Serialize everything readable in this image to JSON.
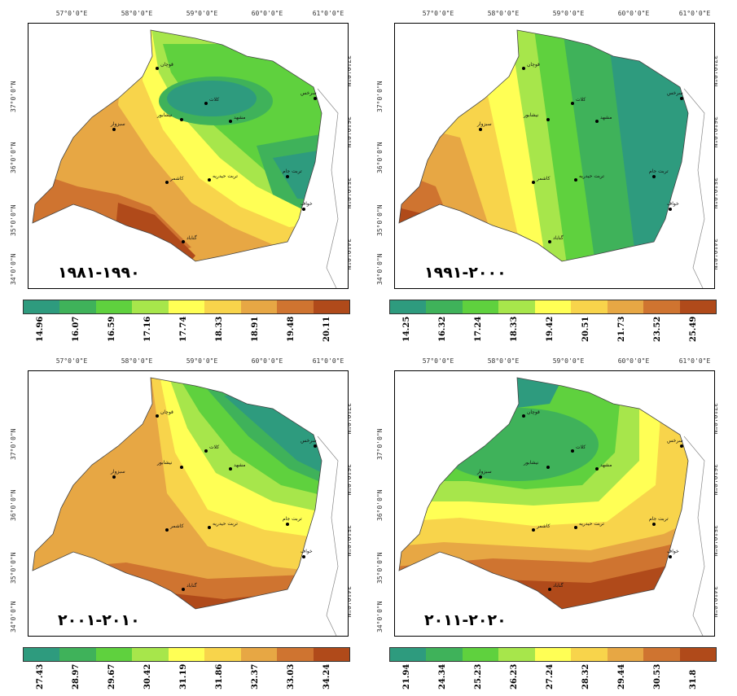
{
  "colors": {
    "ramp": [
      "#2e9b7e",
      "#3fb25a",
      "#5fd13e",
      "#a7e64b",
      "#ffff55",
      "#f8d44b",
      "#e7a744",
      "#cf7430",
      "#b04a1a"
    ]
  },
  "panels": [
    {
      "period": "۱۹۸۱-۱۹۹۰",
      "x_ticks": [
        "57°0'0\"E",
        "58°0'0\"E",
        "59°0'0\"E",
        "60°0'0\"E",
        "61°0'0\"E"
      ],
      "y_ticks": [
        "37°0'0\"N",
        "36°0'0\"N",
        "35°0'0\"N",
        "34°0'0\"N"
      ],
      "legend": [
        "14.96",
        "16.07",
        "16.59",
        "17.16",
        "17.74",
        "18.33",
        "18.91",
        "19.48",
        "20.11"
      ]
    },
    {
      "period": "۱۹۹۱-۲۰۰۰",
      "x_ticks": [
        "57°0'0\"E",
        "58°0'0\"E",
        "59°0'0\"E",
        "60°0'0\"E",
        "61°0'0\"E"
      ],
      "y_ticks": [
        "37°0'0\"N",
        "36°0'0\"N",
        "35°0'0\"N",
        "34°0'0\"N"
      ],
      "legend": [
        "14.25",
        "16.32",
        "17.24",
        "18.33",
        "19.42",
        "20.51",
        "21.73",
        "23.52",
        "25.49"
      ]
    },
    {
      "period": "۲۰۰۱-۲۰۱۰",
      "x_ticks": [
        "57°0'0\"E",
        "58°0'0\"E",
        "59°0'0\"E",
        "60°0'0\"E",
        "61°0'0\"E"
      ],
      "y_ticks": [
        "37°0'0\"N",
        "36°0'0\"N",
        "35°0'0\"N",
        "34°0'0\"N"
      ],
      "legend": [
        "27.43",
        "28.97",
        "29.67",
        "30.42",
        "31.19",
        "31.86",
        "32.37",
        "33.03",
        "34.24"
      ]
    },
    {
      "period": "۲۰۱۱-۲۰۲۰",
      "x_ticks": [
        "57°0'0\"E",
        "58°0'0\"E",
        "59°0'0\"E",
        "60°0'0\"E",
        "61°0'0\"E"
      ],
      "y_ticks": [
        "37°0'0\"N",
        "36°0'0\"N",
        "35°0'0\"N",
        "34°0'0\"N"
      ],
      "legend": [
        "21.94",
        "24.34",
        "25.23",
        "26.23",
        "27.24",
        "28.32",
        "29.44",
        "30.53",
        "31.8"
      ]
    }
  ],
  "cities": [
    "قوچان",
    "کلات",
    "نیشابور",
    "مشهد",
    "سبزوار",
    "سرخس",
    "کاشمر",
    "تربت حیدریه",
    "تربت جام",
    "خواف",
    "گناباد"
  ]
}
